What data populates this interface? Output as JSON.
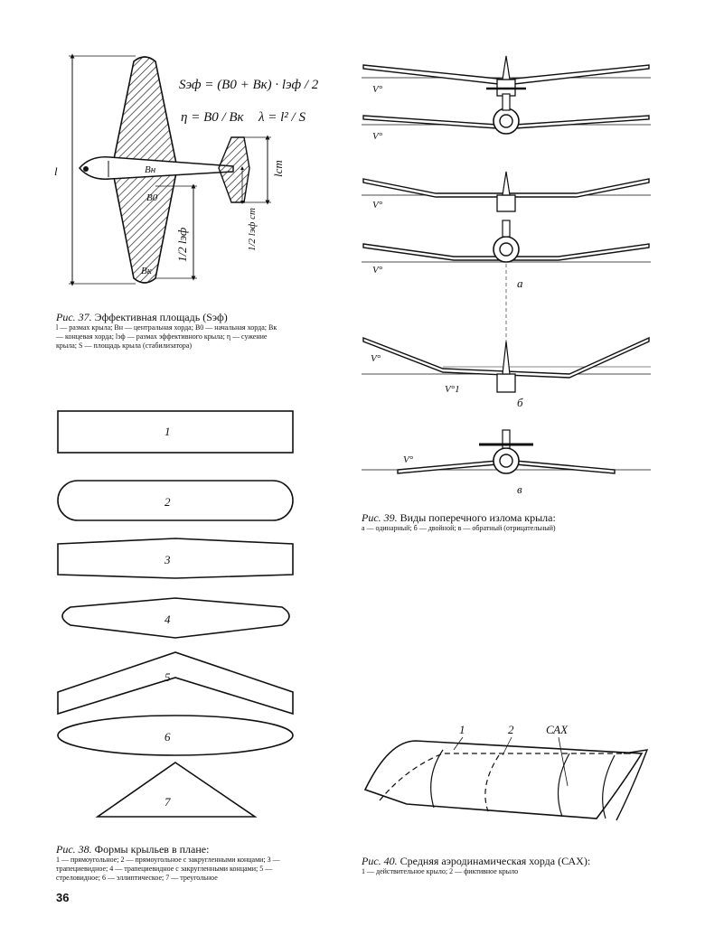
{
  "fig37": {
    "caption_num": "Рис. 37.",
    "caption_title": "Эффективная площадь (Sэф)",
    "caption_text": "l — размах крыла; Bн — центральная хорда; B0 — начальная хорда; Bк — концевая хорда; lэф — размах эффективного крыла; η — сужение крыла; S — площадь крыла (стабилизатора)",
    "formula_s": "Sэф = (B0 + Bк) · lэф / 2",
    "formula_eta": "η = B0 / Bк",
    "formula_lambda": "λ = l² / S",
    "labels": {
      "l": "l",
      "bn": "Bн",
      "b0": "B0",
      "bk": "Bк",
      "half_lef": "1/2 lэф",
      "lst": "lст",
      "half_lef_st": "1/2 lэф ст"
    }
  },
  "fig38": {
    "caption_num": "Рис. 38.",
    "caption_title": "Формы крыльев в плане:",
    "caption_text": "1 — прямоугольное; 2 — прямоугольное с закругленными концами; 3 — трапециевидное; 4 — трапециевидное с закругленными концами; 5 — стреловидное; 6 — эллиптическое; 7 — треугольное",
    "shape_labels": [
      "1",
      "2",
      "3",
      "4",
      "5",
      "6",
      "7"
    ]
  },
  "fig39": {
    "caption_num": "Рис. 39.",
    "caption_title": "Виды поперечного излома крыла:",
    "caption_text": "а — одинарный; б — двойной; в — обратный (отрицательный)",
    "angle_label": "V°",
    "angle_label_1": "V°1",
    "sub_a": "а",
    "sub_b": "б",
    "sub_v": "в"
  },
  "fig40": {
    "caption_num": "Рис. 40.",
    "caption_title": "Средняя аэродинамическая хорда (САХ):",
    "caption_text": "1 — действительное крыло; 2 — фиктивное крыло",
    "label_1": "1",
    "label_2": "2",
    "label_cax": "САХ"
  },
  "page_number": "36"
}
